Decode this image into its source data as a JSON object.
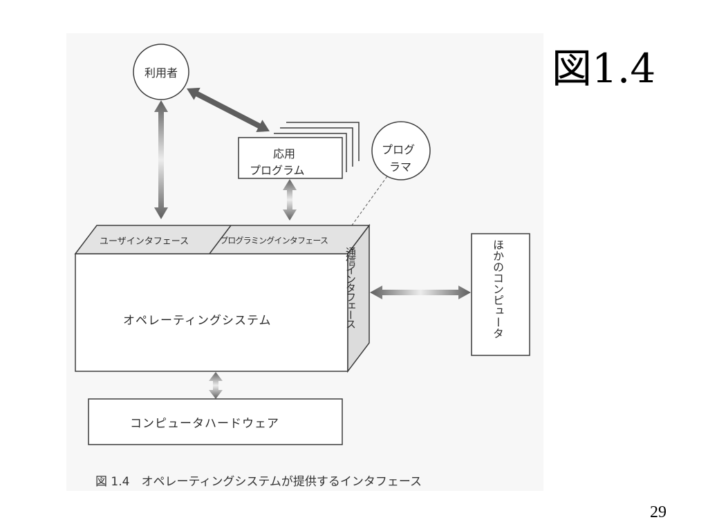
{
  "slide": {
    "title": "図1.4",
    "page_number": "29"
  },
  "diagram": {
    "user": "利用者",
    "application": {
      "line1": "応用",
      "line2": "プログラム"
    },
    "programmer": {
      "line1": "プログ",
      "line2": "ラマ"
    },
    "user_interface": "ユーザインタフェース",
    "programming_interface": "プログラミングインタフェース",
    "communication_interface": "通信インタフェース",
    "operating_system": "オペレーティングシステム",
    "other_computer": "ほかのコンピュータ",
    "computer_hardware": "コンピュータハードウェア",
    "caption": "図 1.4　オペレーティングシステムが提供するインタフェース"
  },
  "colors": {
    "figure_background": "#f7f7f7",
    "box_face": "#ffffff",
    "box_top": "#e3e3e3",
    "box_side": "#dcdcdc",
    "line": "#3a3a3a",
    "arrow_dark": "#6a6a6a",
    "arrow_light": "#e4e4e4"
  }
}
